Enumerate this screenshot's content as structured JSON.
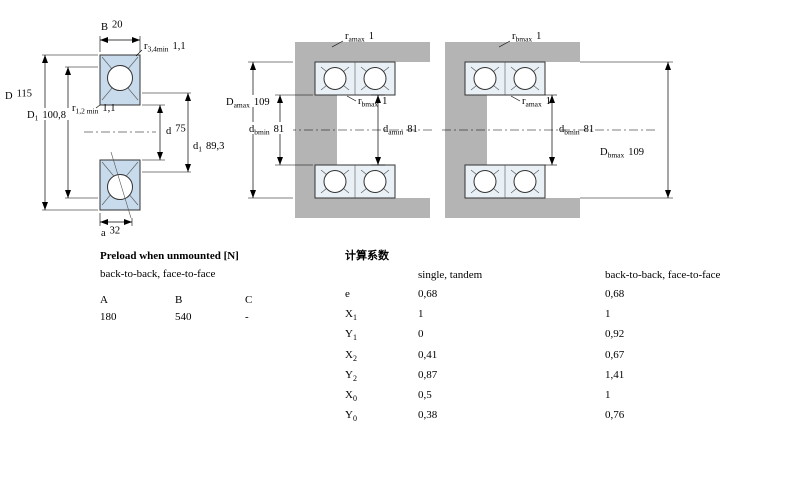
{
  "drawings": {
    "colors": {
      "ring_fill": "#c8dbec",
      "housing_gray": "#b4b4b4"
    },
    "cross_section": {
      "B": {
        "base": "B",
        "sub": "",
        "value": "20"
      },
      "r34": {
        "base": "r",
        "sub": "3,4min",
        "value": "1,1"
      },
      "D": {
        "base": "D",
        "sub": "",
        "value": "115"
      },
      "r12": {
        "base": "r",
        "sub": "1,2 min",
        "value": "1,1"
      },
      "D1": {
        "base": "D",
        "sub": "1",
        "value": "100,8"
      },
      "d": {
        "base": "d",
        "sub": "",
        "value": "75"
      },
      "d1": {
        "base": "d",
        "sub": "1",
        "value": "89,3"
      },
      "a": {
        "base": "a",
        "sub": "",
        "value": "32"
      }
    },
    "mounting_left": {
      "r_amax": {
        "base": "r",
        "sub": "amax",
        "value": "1"
      },
      "D_amax": {
        "base": "D",
        "sub": "amax",
        "value": "109"
      },
      "r_bmax": {
        "base": "r",
        "sub": "bmax",
        "value": "1"
      },
      "d_bmin": {
        "base": "d",
        "sub": "bmin",
        "value": "81"
      },
      "d_amin": {
        "base": "d",
        "sub": "amin",
        "value": "81"
      }
    },
    "mounting_right": {
      "r_bmax": {
        "base": "r",
        "sub": "bmax",
        "value": "1"
      },
      "r_amax": {
        "base": "r",
        "sub": "amax",
        "value": "1"
      },
      "d_bmin": {
        "base": "d",
        "sub": "bmin",
        "value": "81"
      },
      "D_bmax": {
        "base": "D",
        "sub": "bmax",
        "value": "109"
      }
    }
  },
  "preload_table": {
    "title": "Preload when unmounted [N]",
    "subtitle": "back-to-back, face-to-face",
    "columns": [
      "A",
      "B",
      "C"
    ],
    "values": [
      "180",
      "540",
      "-"
    ]
  },
  "factors_table": {
    "title": "计算系数",
    "col1_header": "single, tandem",
    "col2_header": "back-to-back, face-to-face",
    "rows": [
      {
        "base": "e",
        "sub": "",
        "single": "0,68",
        "paired": "0,68"
      },
      {
        "base": "X",
        "sub": "1",
        "single": "1",
        "paired": "1"
      },
      {
        "base": "Y",
        "sub": "1",
        "single": "0",
        "paired": "0,92"
      },
      {
        "base": "X",
        "sub": "2",
        "single": "0,41",
        "paired": "0,67"
      },
      {
        "base": "Y",
        "sub": "2",
        "single": "0,87",
        "paired": "1,41"
      },
      {
        "base": "X",
        "sub": "0",
        "single": "0,5",
        "paired": "1"
      },
      {
        "base": "Y",
        "sub": "0",
        "single": "0,38",
        "paired": "0,76"
      }
    ]
  }
}
